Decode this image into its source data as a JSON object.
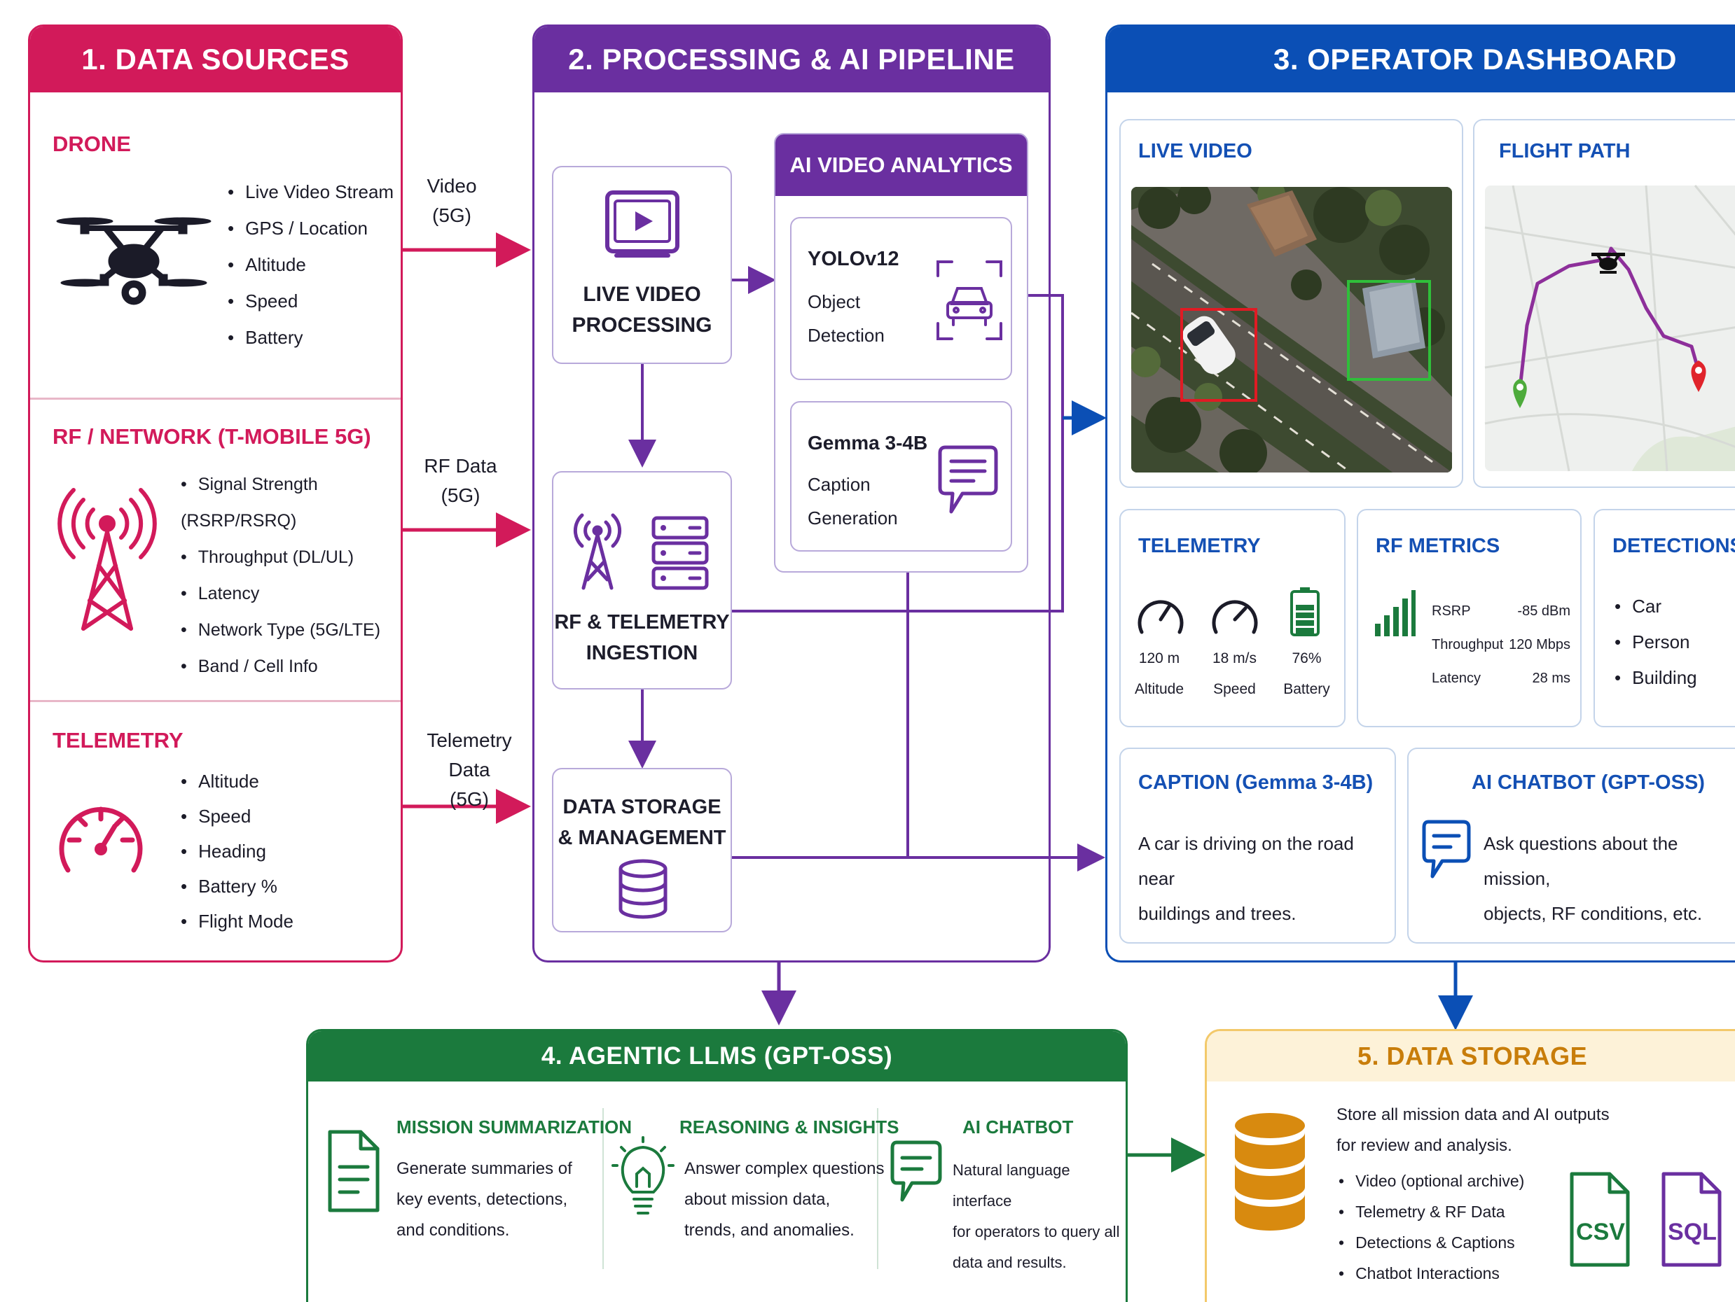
{
  "colors": {
    "sources": "#d21a5a",
    "pipeline": "#6a2fa0",
    "dashboard": "#0b4fb5",
    "agentic": "#1b7a3d",
    "storage": "#f3c96a",
    "storage_text": "#c87d0a"
  },
  "sources": {
    "header": "1. DATA SOURCES",
    "drone": {
      "title": "DRONE",
      "items": [
        "Live Video Stream",
        "GPS / Location",
        "Altitude",
        "Speed",
        "Battery"
      ]
    },
    "rf": {
      "title": "RF / NETWORK (T-MOBILE 5G)",
      "items": [
        "Signal Strength (RSRP/RSRQ)",
        "Throughput (DL/UL)",
        "Latency",
        "Network Type (5G/LTE)",
        "Band / Cell Info"
      ]
    },
    "telemetry": {
      "title": "TELEMETRY",
      "items": [
        "Altitude",
        "Speed",
        "Heading",
        "Battery %",
        "Flight Mode"
      ]
    }
  },
  "flows": {
    "video": [
      "Video",
      "(5G)"
    ],
    "rf": [
      "RF Data",
      "(5G)"
    ],
    "telemetry": [
      "Telemetry Data",
      "(5G)"
    ]
  },
  "pipeline": {
    "header": "2. PROCESSING & AI PIPELINE",
    "live_video": [
      "LIVE VIDEO",
      "PROCESSING"
    ],
    "rf_ingestion": [
      "RF & TELEMETRY",
      "INGESTION"
    ],
    "data_storage": [
      "DATA STORAGE",
      "& MANAGEMENT"
    ],
    "ai_header": "AI VIDEO ANALYTICS",
    "yolo": {
      "title": "YOLOv12",
      "lines": [
        "Object",
        "Detection"
      ]
    },
    "gemma": {
      "title": "Gemma 3-4B",
      "lines": [
        "Caption",
        "Generation"
      ]
    }
  },
  "dashboard": {
    "header": "3. OPERATOR DASHBOARD",
    "live_video": "LIVE VIDEO",
    "flight_path": "FLIGHT PATH",
    "telemetry": {
      "title": "TELEMETRY",
      "altitude": "120 m",
      "altitude_label": "Altitude",
      "speed": "18 m/s",
      "speed_label": "Speed",
      "battery": "76%",
      "battery_label": "Battery",
      "battery_level": 0.76
    },
    "rf_metrics": {
      "title": "RF METRICS",
      "rows": [
        {
          "k": "RSRP",
          "v": "-85 dBm"
        },
        {
          "k": "Throughput",
          "v": "120 Mbps"
        },
        {
          "k": "Latency",
          "v": "28 ms"
        }
      ]
    },
    "detections": {
      "title": "DETECTIONS",
      "items": [
        "Car",
        "Person",
        "Building"
      ]
    },
    "caption": {
      "title": "CAPTION (Gemma 3-4B)",
      "lines": [
        "A car is driving on the road near",
        "buildings and trees."
      ]
    },
    "chatbot": {
      "title": "AI CHATBOT (GPT-OSS)",
      "lines": [
        "Ask questions about the mission,",
        "objects, RF conditions, etc."
      ]
    }
  },
  "agentic": {
    "header": "4. AGENTIC LLMS (GPT-OSS)",
    "cols": [
      {
        "title": "MISSION SUMMARIZATION",
        "lines": [
          "Generate summaries of",
          "key events, detections,",
          "and conditions."
        ]
      },
      {
        "title": "REASONING & INSIGHTS",
        "lines": [
          "Answer complex questions",
          "about mission data,",
          "trends, and anomalies."
        ]
      },
      {
        "title": "AI CHATBOT",
        "lines": [
          "Natural language interface",
          "for operators to query all",
          "data and results."
        ]
      }
    ]
  },
  "storage": {
    "header": "5. DATA STORAGE",
    "intro": [
      "Store all mission data and AI outputs",
      "for review and analysis."
    ],
    "items": [
      "Video (optional archive)",
      "Telemetry & RF Data",
      "Detections & Captions",
      "Chatbot Interactions"
    ],
    "csv": "CSV",
    "sql": "SQL"
  }
}
